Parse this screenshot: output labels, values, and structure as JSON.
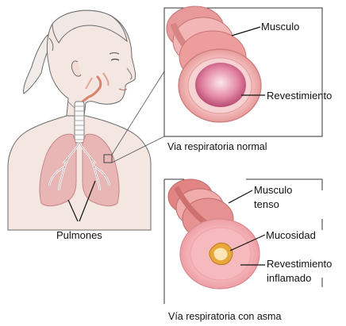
{
  "labels": {
    "lungs": "Pulmones",
    "normal_muscle": "Musculo",
    "normal_lining": "Revestimiento",
    "normal_caption": "Via respiratoria normal",
    "asthma_muscle_1": "Musculo",
    "asthma_muscle_2": "tenso",
    "asthma_mucus": "Mucosidad",
    "asthma_lining_1": "Revestimiento",
    "asthma_lining_2": "inflamado",
    "asthma_caption": "Vía respiratoria con asma"
  },
  "colors": {
    "skin": "#f4e6e0",
    "outline": "#6b6b6b",
    "lung": "#e9b6b6",
    "lung_dark": "#cf8b8f",
    "muscle": "#e38b8b",
    "lining": "#f6c9c9",
    "mucus": "#e8b24a",
    "inflamed": "#f0a9ad"
  }
}
